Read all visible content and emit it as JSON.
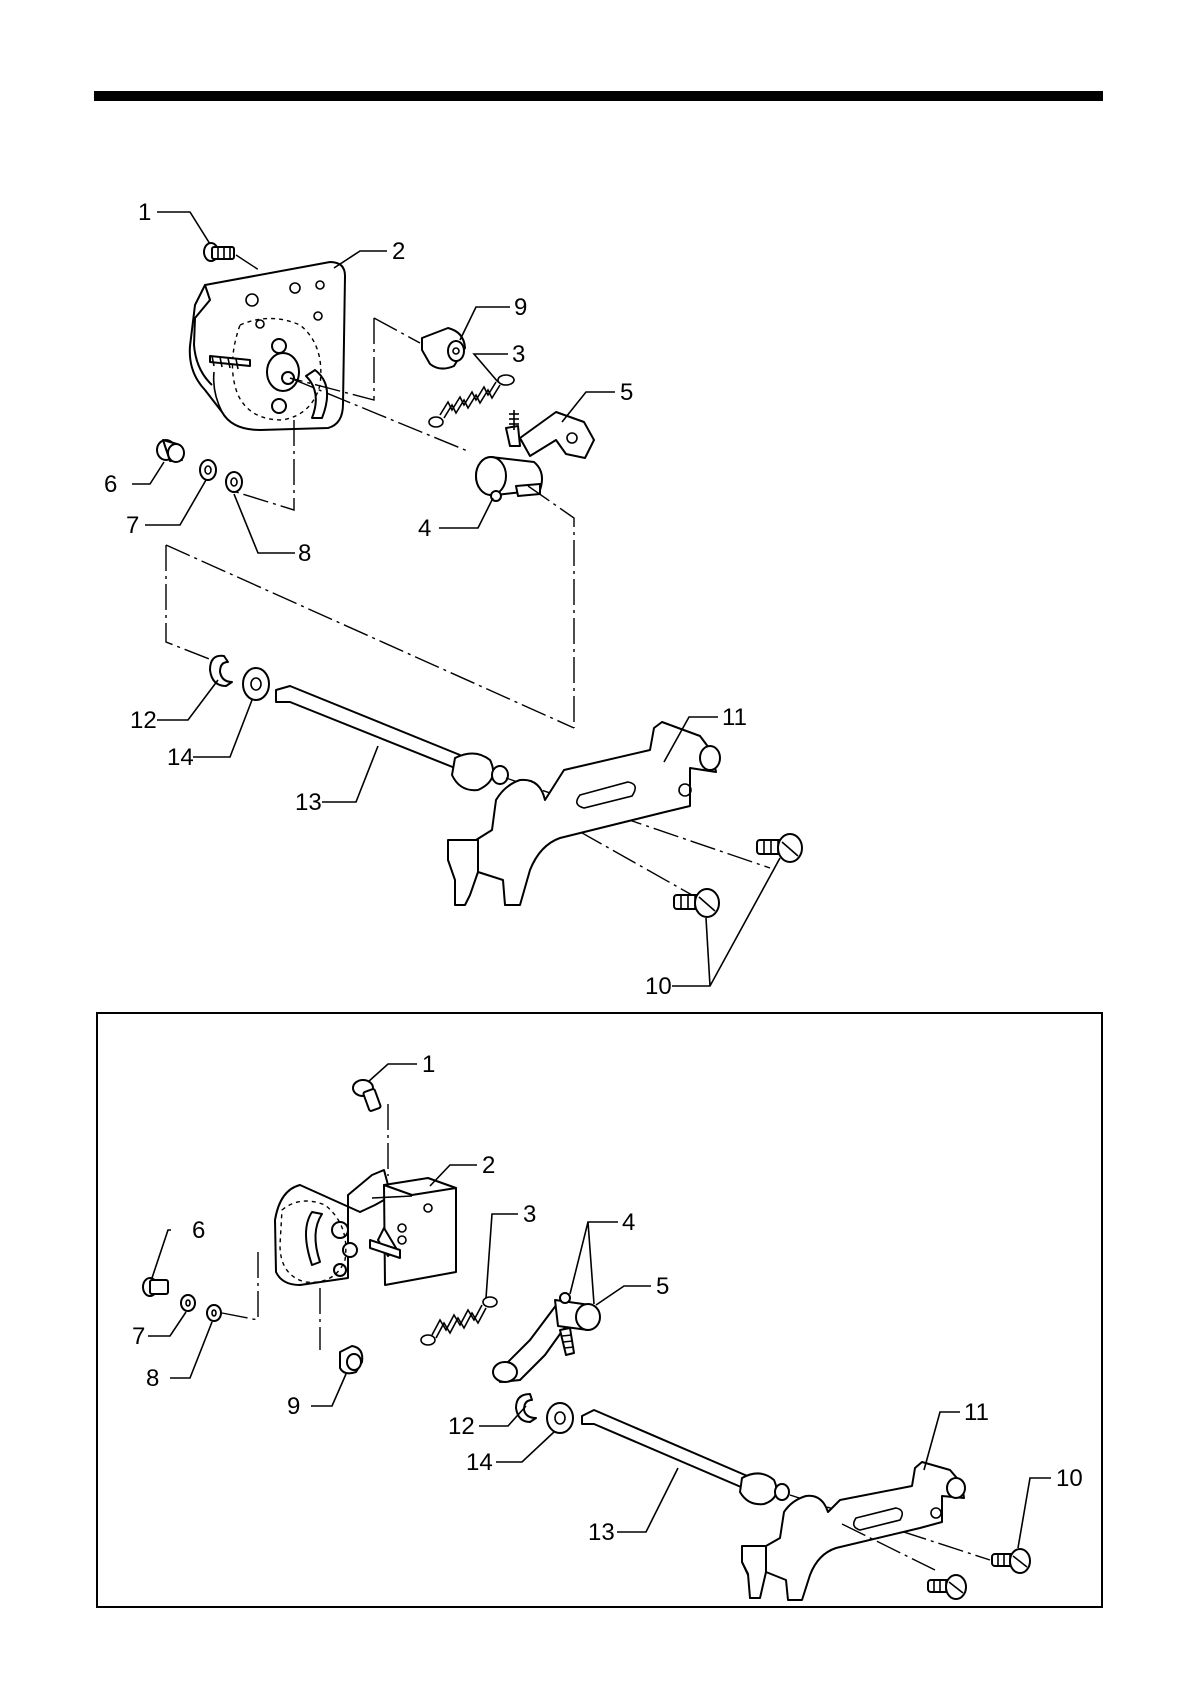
{
  "diagram": {
    "main_view": {
      "callouts": [
        "1",
        "2",
        "3",
        "4",
        "5",
        "6",
        "7",
        "8",
        "9",
        "10",
        "11",
        "12",
        "13",
        "14"
      ]
    },
    "inset_view": {
      "callouts": [
        "1",
        "2",
        "3",
        "4",
        "5",
        "6",
        "7",
        "8",
        "9",
        "10",
        "11",
        "12",
        "13",
        "14"
      ]
    }
  }
}
